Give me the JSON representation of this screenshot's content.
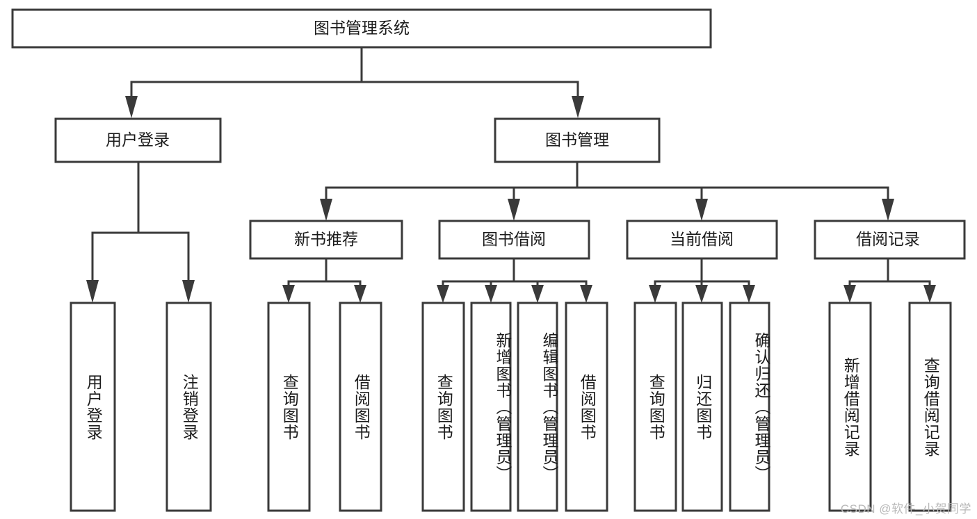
{
  "diagram": {
    "title": "图书管理系统",
    "type": "tree-hierarchy-diagram",
    "colors": {
      "box_stroke": "#3a3a3a",
      "box_fill": "#ffffff",
      "connector": "#3a3a3a",
      "text": "#1b1b1b",
      "background": "#ffffff",
      "watermark": "#b9b9b9"
    },
    "root": {
      "label": "图书管理系统"
    },
    "level2": [
      {
        "label": "用户登录"
      },
      {
        "label": "图书管理"
      }
    ],
    "level3": [
      {
        "label": "新书推荐"
      },
      {
        "label": "图书借阅"
      },
      {
        "label": "当前借阅"
      },
      {
        "label": "借阅记录"
      }
    ],
    "leaves": {
      "user_login": [
        {
          "label": "用户登录"
        },
        {
          "label": "注销登录"
        }
      ],
      "new_book_recommend": [
        {
          "label": "查询图书"
        },
        {
          "label": "借阅图书"
        }
      ],
      "book_borrow": [
        {
          "label": "查询图书"
        },
        {
          "label": "新增图书（管理员）"
        },
        {
          "label": "编辑图书（管理员）"
        },
        {
          "label": "借阅图书"
        }
      ],
      "current_borrow": [
        {
          "label": "查询图书"
        },
        {
          "label": "归还图书"
        },
        {
          "label": "确认归还（管理员）"
        }
      ],
      "borrow_record": [
        {
          "label": "新增借阅记录"
        },
        {
          "label": "查询借阅记录"
        }
      ]
    },
    "watermark": "CSDN @软件_小贺同学"
  }
}
